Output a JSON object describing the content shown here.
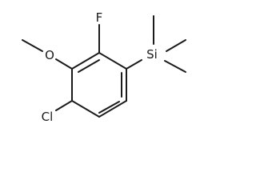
{
  "molecule": {
    "atoms": {
      "fluorine": "F",
      "oxygen": "O",
      "chlorine": "Cl",
      "silicon": "Si"
    }
  }
}
